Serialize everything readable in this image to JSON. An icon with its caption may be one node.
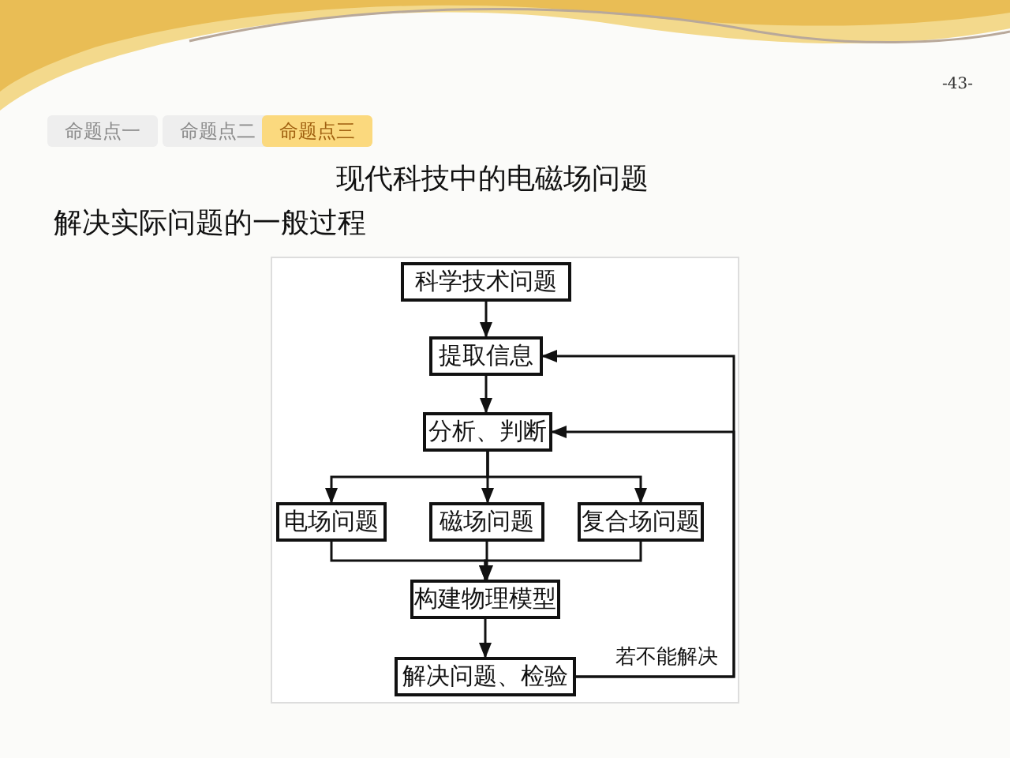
{
  "diagram": {
    "title": "现代科技中的电磁场问题",
    "nodes": [
      {
        "text": [
          "科学技术问题"
        ]
      },
      {
        "text": [
          "提取信息"
        ]
      },
      {
        "text": [
          "分析、判断"
        ]
      },
      {
        "text": [
          "电场问题"
        ]
      },
      {
        "text": [
          "磁场问题"
        ]
      },
      {
        "text": [
          "复合场问题"
        ]
      },
      {
        "text": [
          "构建物理模型"
        ]
      },
      {
        "text": [
          "解决问题、检验"
        ]
      }
    ],
    "edges": [
      {
        "from": 0,
        "to": 1,
        "arrow": "to"
      },
      {
        "from": 1,
        "to": 2,
        "arrow": "to"
      },
      {
        "from": 2,
        "to": 3,
        "arrow": "to"
      },
      {
        "from": 2,
        "to": 4,
        "arrow": "to"
      },
      {
        "from": 2,
        "to": 5,
        "arrow": "to"
      },
      {
        "from": 3,
        "to": 6,
        "arrow": "to"
      },
      {
        "from": 4,
        "to": 6,
        "arrow": "to"
      },
      {
        "from": 5,
        "to": 6,
        "arrow": "to"
      },
      {
        "from": 6,
        "to": 7,
        "arrow": "to"
      },
      {
        "from": 7,
        "to": 1,
        "arrow": "to",
        "label": "若不能解决"
      },
      {
        "from": 7,
        "to": 2,
        "arrow": "to"
      }
    ],
    "labels": [
      "-43-",
      "命题点一",
      "命题点二",
      "命题点三",
      "解决实际问题的一般过程"
    ]
  }
}
